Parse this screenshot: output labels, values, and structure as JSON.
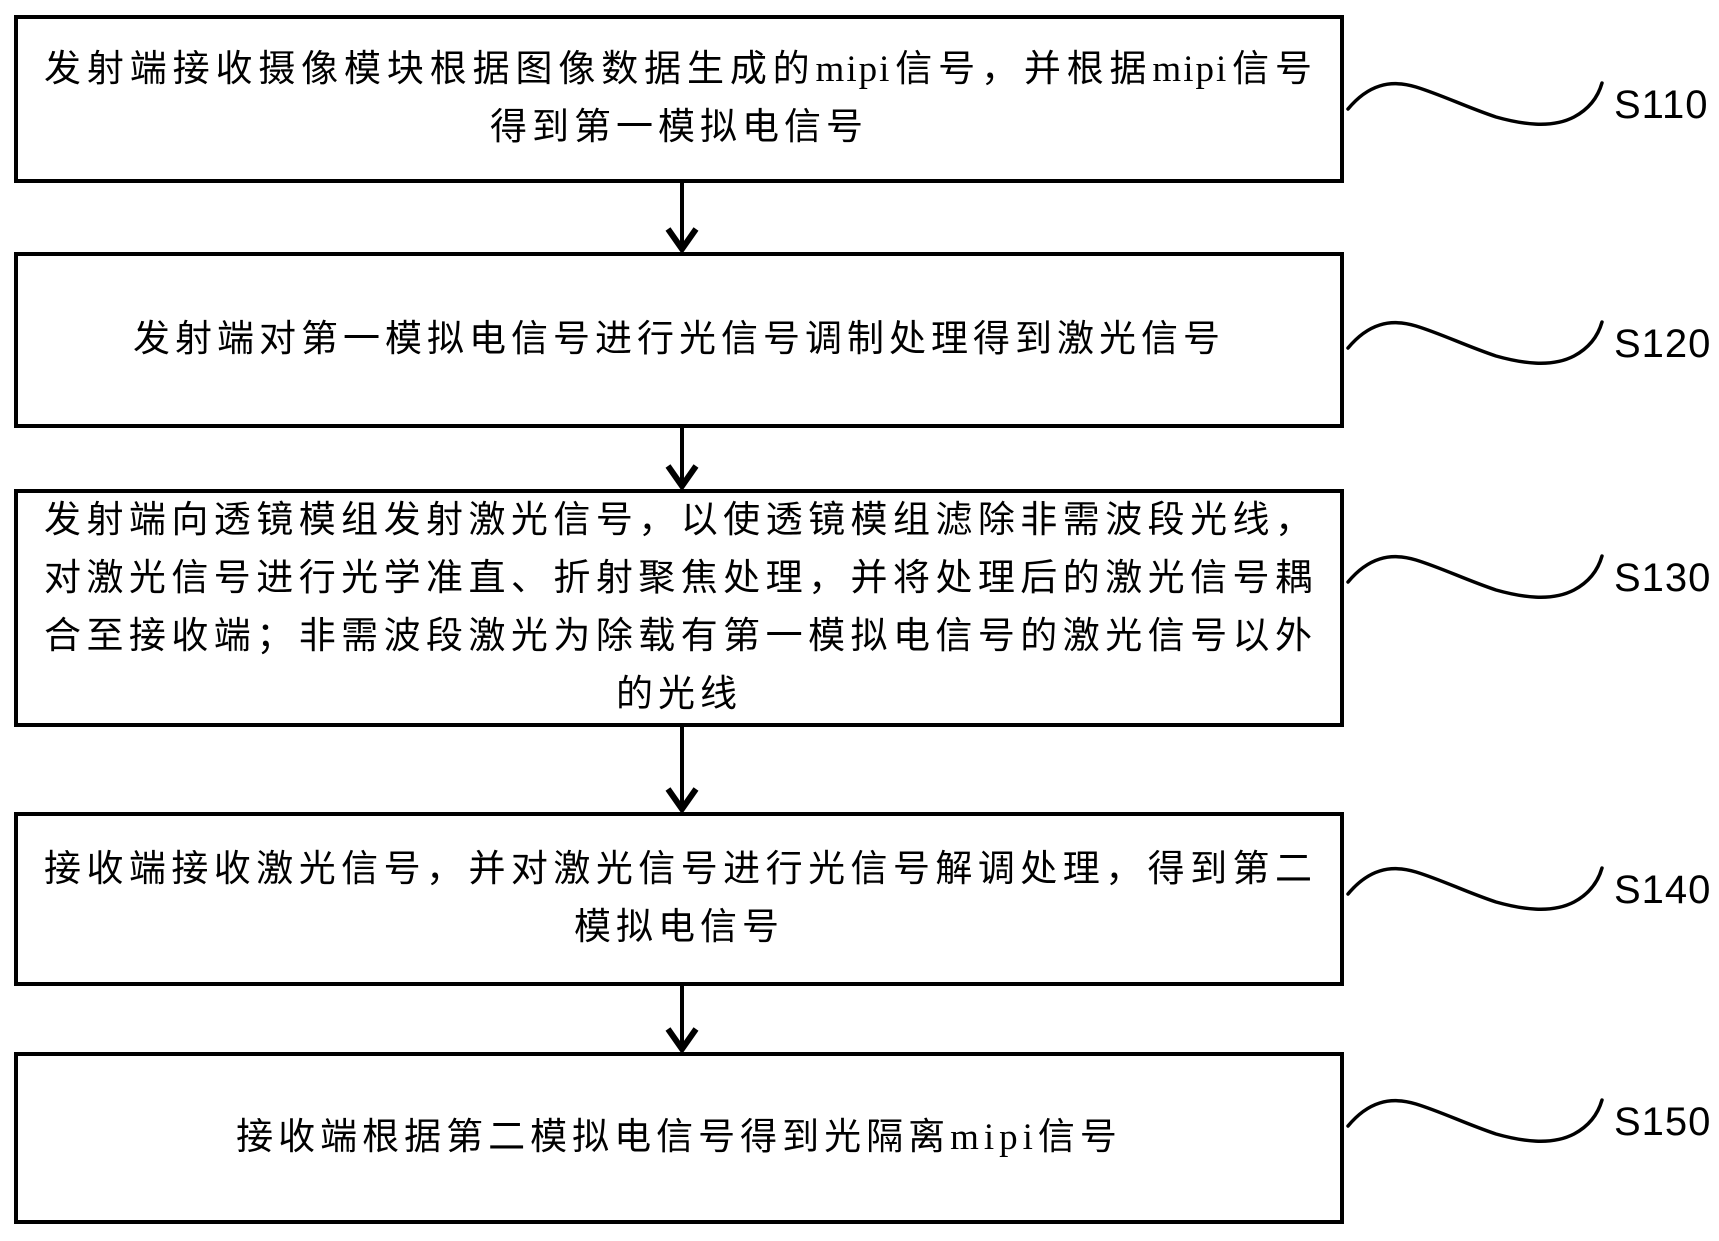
{
  "figure": {
    "type": "flowchart",
    "background_color": "#ffffff",
    "line_color": "#000000"
  },
  "steps": [
    {
      "label": "S110",
      "text": "发射端接收摄像模块根据图像数据生成的mipi信号，并根据mipi信号得到第一模拟电信号",
      "lines": [
        "发射端接收摄像模块根据图像数据生成的mipi信号，并根据mipi信号",
        "得到第一模拟电信号"
      ]
    },
    {
      "label": "S120",
      "text": "发射端对第一模拟电信号进行光信号调制处理得到激光信号",
      "lines": [
        "发射端对第一模拟电信号进行光信号调制处理得到激光信号"
      ]
    },
    {
      "label": "S130",
      "text": "发射端向透镜模组发射激光信号，以使透镜模组滤除非需波段光线，对激光信号进行光学准直、折射聚焦处理，并将处理后的激光信号耦合至接收端；非需波段激光为除载有第一模拟电信号的激光信号以外的光线",
      "lines": [
        "发射端向透镜模组发射激光信号，以使透镜模组滤除非需波段光线，",
        "对激光信号进行光学准直、折射聚焦处理，并将处理后的激光信号耦",
        "合至接收端；非需波段激光为除载有第一模拟电信号的激光信号以外",
        "的光线"
      ]
    },
    {
      "label": "S140",
      "text": "接收端接收激光信号，并对激光信号进行光信号解调处理，得到第二模拟电信号",
      "lines": [
        "接收端接收激光信号，并对激光信号进行光信号解调处理，得到第二",
        "模拟电信号"
      ]
    },
    {
      "label": "S150",
      "text": "接收端根据第二模拟电信号得到光隔离mipi信号",
      "lines": [
        "接收端根据第二模拟电信号得到光隔离mipi信号"
      ]
    }
  ]
}
